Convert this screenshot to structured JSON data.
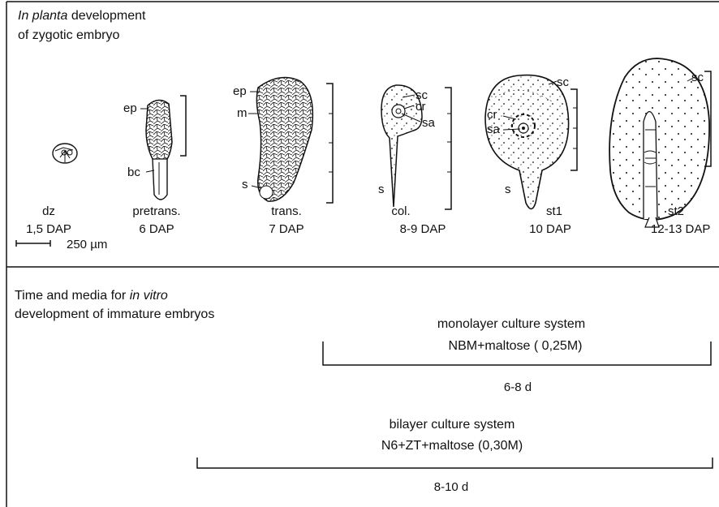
{
  "panel_top": {
    "heading_italic": "In planta",
    "heading_rest": " development",
    "heading_line2": "of zygotic embryo",
    "scale_label": "250 µm",
    "stages": [
      {
        "name": "dz",
        "time": "1,5 DAP"
      },
      {
        "name": "pretrans.",
        "time": "6 DAP"
      },
      {
        "name": "trans.",
        "time": "7 DAP"
      },
      {
        "name": "col.",
        "time": "8-9 DAP"
      },
      {
        "name": "st1",
        "time": "10 DAP"
      },
      {
        "name": "st2",
        "time": "12-13 DAP"
      }
    ],
    "labels": {
      "pretrans_ep": "ep",
      "pretrans_bc": "bc",
      "trans_ep": "ep",
      "trans_m": "m",
      "trans_s": "s",
      "col_sc": "sc",
      "col_cr": "cr",
      "col_sa": "sa",
      "col_s": "s",
      "st1_sc": "sc",
      "st1_cr": "cr",
      "st1_sa": "sa",
      "st1_s": "s",
      "st2_sc": "sc"
    }
  },
  "panel_bottom": {
    "heading_pre": "Time and media for ",
    "heading_italic": "in vitro",
    "heading_line2": "development of immature embryos",
    "systems": [
      {
        "title": "monolayer culture system",
        "medium": "NBM+maltose ( 0,25M)",
        "duration": "6-8 d"
      },
      {
        "title": "bilayer culture system",
        "medium": "N6+ZT+maltose (0,30M)",
        "duration": "8-10 d"
      }
    ]
  },
  "colors": {
    "ink": "#111111",
    "background": "#ffffff"
  }
}
